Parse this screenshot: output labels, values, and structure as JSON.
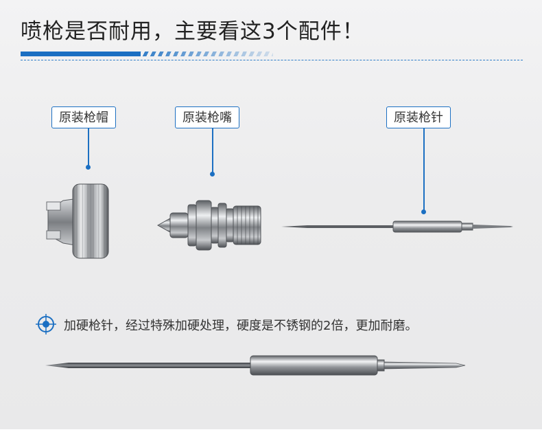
{
  "header": {
    "title": "喷枪是否耐用，主要看这3个配件！"
  },
  "parts": [
    {
      "label": "原装枪帽"
    },
    {
      "label": "原装枪嘴"
    },
    {
      "label": "原装枪针"
    }
  ],
  "feature": {
    "icon": "target-icon",
    "text": "加硬枪针，经过特殊加硬处理，硬度是不锈钢的2倍，更加耐磨。"
  },
  "colors": {
    "accent": "#1b6fc2",
    "background": "#ececed",
    "metal": "#b9bbbe"
  }
}
